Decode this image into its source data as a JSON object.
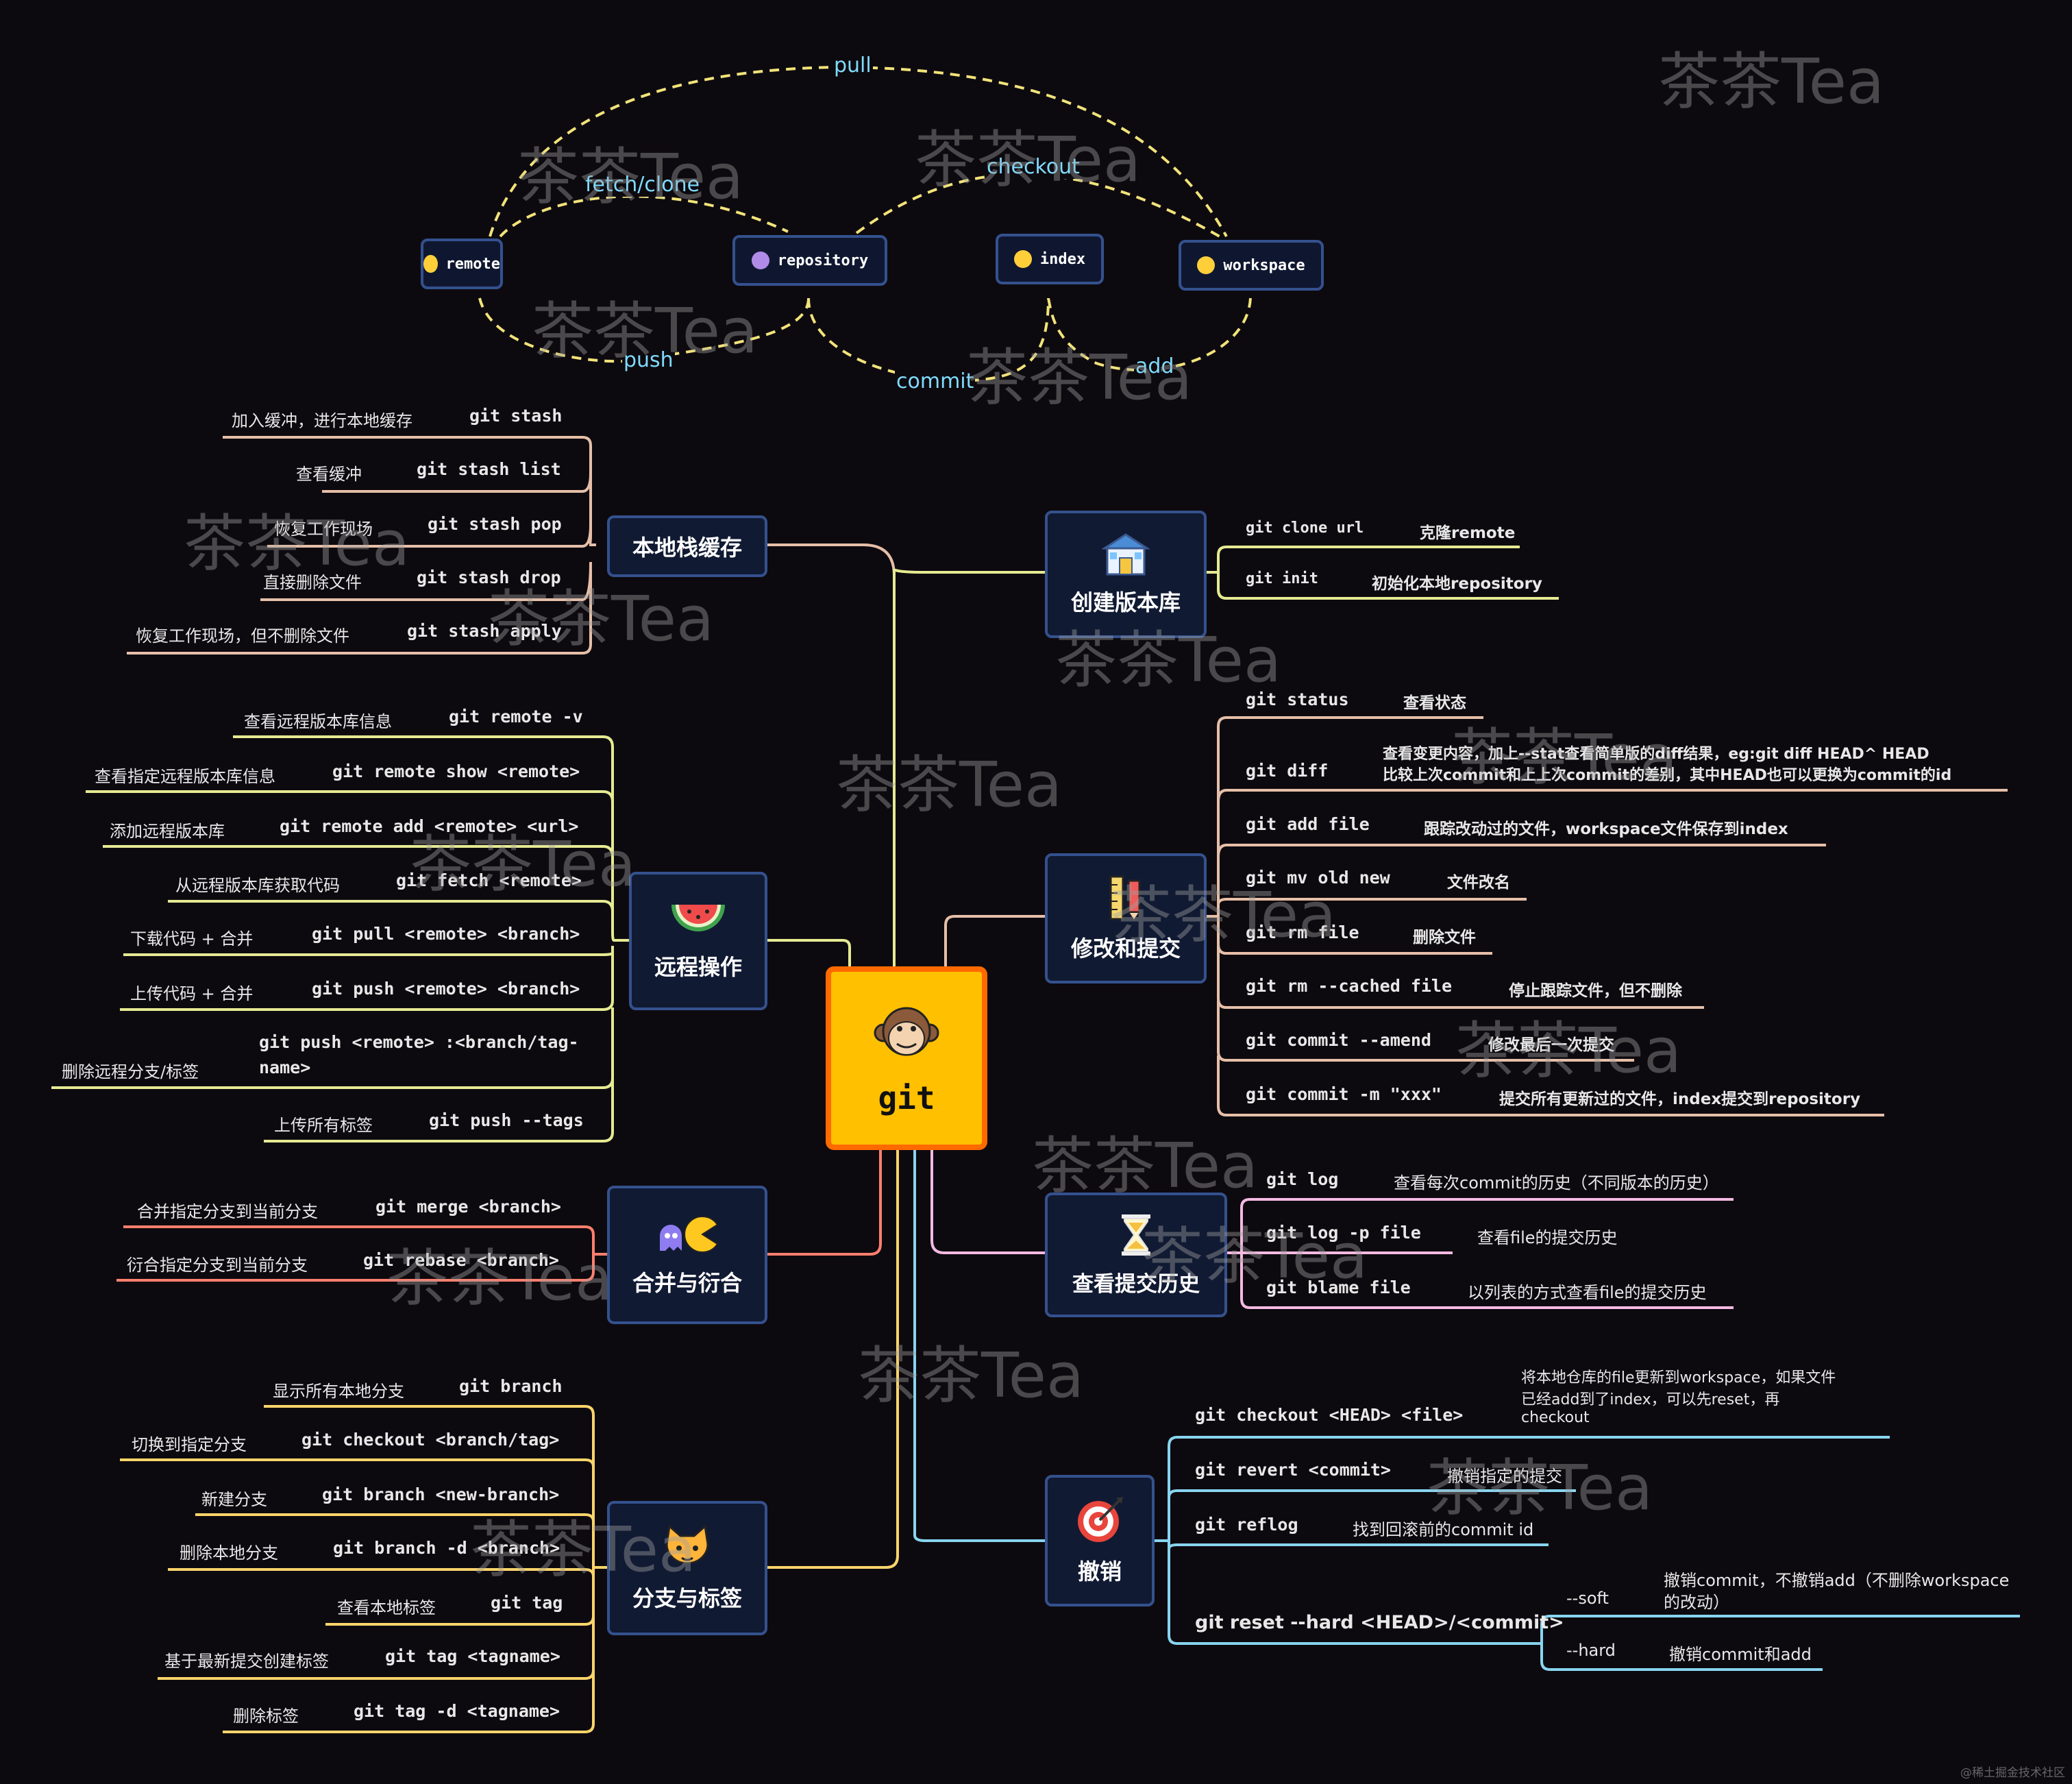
{
  "workflow": {
    "nodes": {
      "remote": "remote",
      "repository": "repository",
      "index": "index",
      "workspace": "workspace"
    },
    "edges": {
      "pull": "pull",
      "fetch_clone": "fetch/clone",
      "checkout": "checkout",
      "push": "push",
      "commit": "commit",
      "add": "add"
    }
  },
  "root": {
    "label": "git"
  },
  "stash": {
    "title": "本地栈缓存",
    "items": [
      {
        "desc": "加入缓冲，进行本地缓存",
        "cmd": "git stash"
      },
      {
        "desc": "查看缓冲",
        "cmd": "git stash list"
      },
      {
        "desc": "恢复工作现场",
        "cmd": "git stash pop"
      },
      {
        "desc": "直接删除文件",
        "cmd": "git stash drop"
      },
      {
        "desc": "恢复工作现场，但不删除文件",
        "cmd": "git stash apply"
      }
    ]
  },
  "remote_ops": {
    "title": "远程操作",
    "items": [
      {
        "desc": "查看远程版本库信息",
        "cmd": "git remote -v"
      },
      {
        "desc": "查看指定远程版本库信息",
        "cmd": "git remote show <remote>"
      },
      {
        "desc": "添加远程版本库",
        "cmd": "git remote add <remote> <url>"
      },
      {
        "desc": "从远程版本库获取代码",
        "cmd": "git fetch <remote>"
      },
      {
        "desc": "下载代码 + 合并",
        "cmd": "git pull <remote> <branch>"
      },
      {
        "desc": "上传代码 + 合并",
        "cmd": "git push <remote> <branch>"
      },
      {
        "desc": "删除远程分支/标签",
        "cmd": "git push <remote> :<branch/tag-",
        "cmd2": "name>"
      },
      {
        "desc": "上传所有标签",
        "cmd": "git push --tags"
      }
    ]
  },
  "merge": {
    "title": "合并与衍合",
    "items": [
      {
        "desc": "合并指定分支到当前分支",
        "cmd": "git merge <branch>"
      },
      {
        "desc": "衍合指定分支到当前分支",
        "cmd": "git rebase <branch>"
      }
    ]
  },
  "branch": {
    "title": "分支与标签",
    "items": [
      {
        "desc": "显示所有本地分支",
        "cmd": "git branch"
      },
      {
        "desc": "切换到指定分支",
        "cmd": "git checkout <branch/tag>"
      },
      {
        "desc": "新建分支",
        "cmd": "git branch <new-branch>"
      },
      {
        "desc": "删除本地分支",
        "cmd": "git branch -d <branch>"
      },
      {
        "desc": "查看本地标签",
        "cmd": "git tag"
      },
      {
        "desc": "基于最新提交创建标签",
        "cmd": "git tag <tagname>"
      },
      {
        "desc": "删除标签",
        "cmd": "git tag -d <tagname>"
      }
    ]
  },
  "create": {
    "title": "创建版本库",
    "items": [
      {
        "cmd": "git clone url",
        "desc": "克隆remote"
      },
      {
        "cmd": "git init",
        "desc": "初始化本地repository"
      }
    ]
  },
  "modify": {
    "title": "修改和提交",
    "items": [
      {
        "cmd": "git status",
        "desc": "查看状态"
      },
      {
        "cmd": "git diff",
        "desc": "查看变更内容，加上--stat查看简单版的diff结果，eg:git diff HEAD^ HEAD",
        "desc2": "比较上次commit和上上次commit的差别，其中HEAD也可以更换为commit的id"
      },
      {
        "cmd": "git add file",
        "desc": "跟踪改动过的文件，workspace文件保存到index"
      },
      {
        "cmd": "git mv old new",
        "desc": "文件改名"
      },
      {
        "cmd": "git rm file",
        "desc": "删除文件"
      },
      {
        "cmd": "git rm --cached file",
        "desc": "停止跟踪文件，但不删除"
      },
      {
        "cmd": "git commit --amend",
        "desc": "修改最后一次提交"
      },
      {
        "cmd": "git commit -m \"xxx\"",
        "desc": "提交所有更新过的文件，index提交到repository"
      }
    ]
  },
  "history": {
    "title": "查看提交历史",
    "items": [
      {
        "cmd": "git log",
        "desc": "查看每次commit的历史（不同版本的历史）"
      },
      {
        "cmd": "git log -p file",
        "desc": "查看file的提交历史"
      },
      {
        "cmd": "git blame file",
        "desc": "以列表的方式查看file的提交历史"
      }
    ]
  },
  "undo": {
    "title": "撤销",
    "items": [
      {
        "cmd": "git checkout <HEAD> <file>",
        "desc": "将本地仓库的file更新到workspace，如果文件",
        "desc2": "已经add到了index，可以先reset，再",
        "desc3": "checkout"
      },
      {
        "cmd": "git revert <commit>",
        "desc": "撤销指定的提交"
      },
      {
        "cmd": "git reflog",
        "desc": "找到回滚前的commit id"
      }
    ],
    "reset": {
      "cmd": "git reset --hard <HEAD>/<commit>",
      "soft_opt": "--soft",
      "soft_desc": "撤销commit，不撤销add（不删除workspace",
      "soft_desc2": "的改动）",
      "hard_opt": "--hard",
      "hard_desc": "撤销commit和add"
    }
  },
  "watermark": "茶茶Tea",
  "credit": "@稀土掘金技术社区"
}
